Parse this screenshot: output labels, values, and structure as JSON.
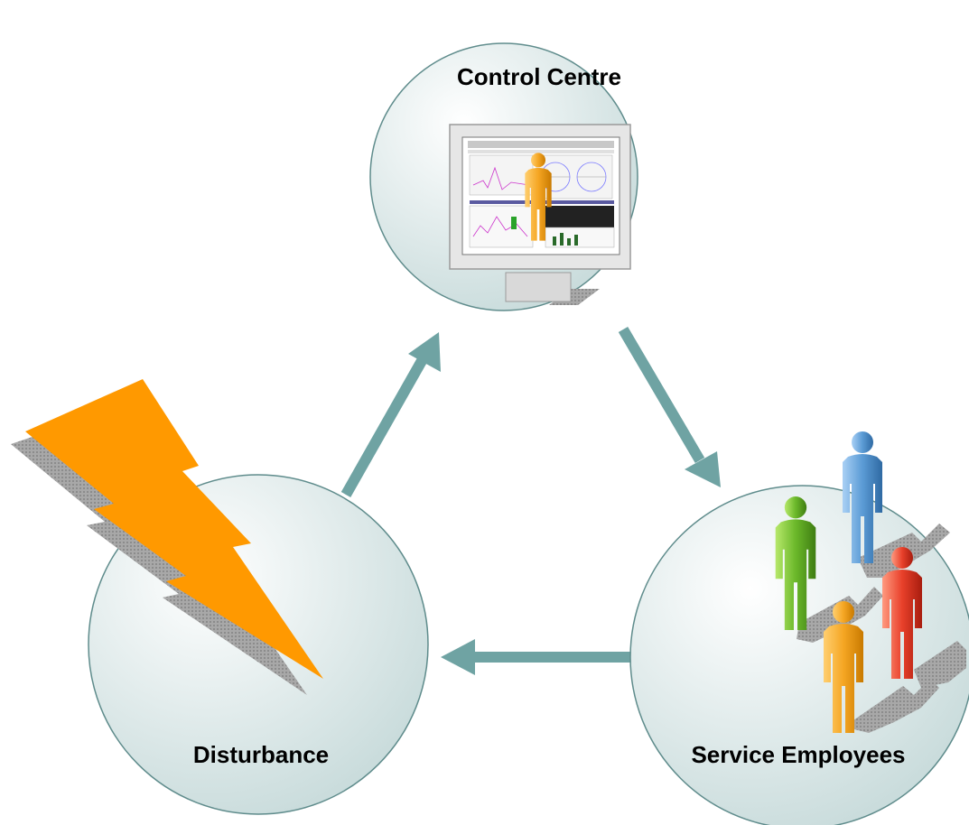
{
  "nodes": {
    "control_centre": {
      "label": "Control Centre"
    },
    "service_employees": {
      "label": "Service Employees"
    },
    "disturbance": {
      "label": "Disturbance"
    }
  },
  "colors": {
    "circle_stroke": "#5f8c8c",
    "circle_fill_light": "#ffffff",
    "circle_fill_dark": "#c9dcdc",
    "arrow": "#6fa3a3",
    "lightning": "#ff9900",
    "shadow": "#9a9a9a",
    "person_orange": "#f5a623",
    "person_blue": "#5b9bd5",
    "person_green": "#6bb82a",
    "person_red": "#e8402a",
    "monitor_frame": "#e4e4e4"
  },
  "icons": [
    "lightning-bolt-icon",
    "monitor-icon",
    "person-icon"
  ]
}
